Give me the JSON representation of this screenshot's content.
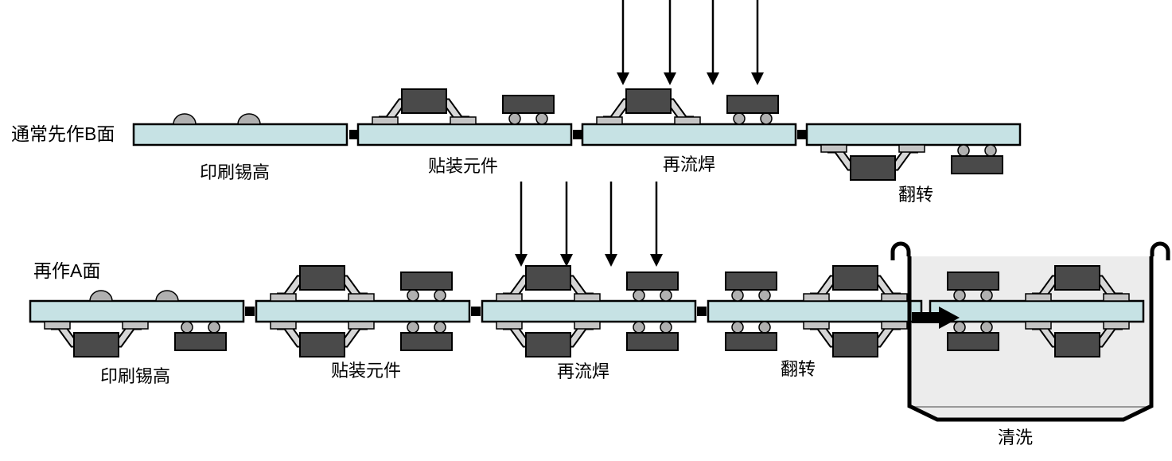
{
  "process": {
    "row_b": {
      "label": "通常先作B面",
      "steps": [
        {
          "label": "印刷锡高"
        },
        {
          "label": "贴装元件"
        },
        {
          "label": "再流焊"
        },
        {
          "label": "翻转"
        }
      ]
    },
    "row_a": {
      "label": "再作A面",
      "steps": [
        {
          "label": "印刷锡高"
        },
        {
          "label": "贴装元件"
        },
        {
          "label": "再流焊"
        },
        {
          "label": "翻转"
        },
        {
          "label": "清洗"
        }
      ]
    }
  },
  "colors": {
    "board": "#c6e2e4",
    "component_body": "#4a4a4a",
    "lead": "#d6d6d6",
    "pad": "#c4c4c4",
    "solder": "#b0b0b0",
    "tank_fill": "#ececec",
    "outline": "#000000",
    "background": "#ffffff"
  }
}
